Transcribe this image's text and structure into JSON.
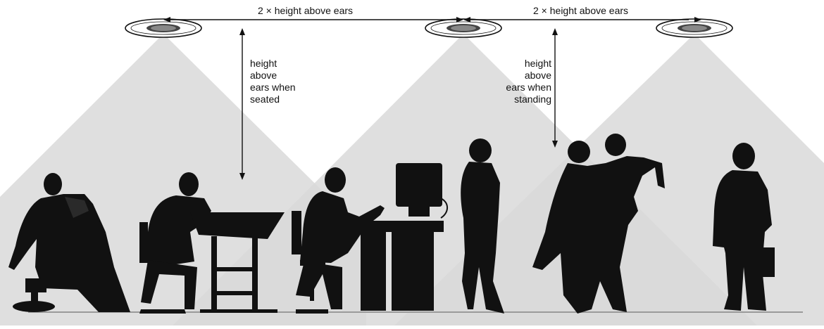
{
  "labels": {
    "spacing_left": "2 × height above ears",
    "spacing_right": "2 × height above ears",
    "seated": [
      "height",
      "above",
      "ears when",
      "seated"
    ],
    "standing": [
      "height",
      "above",
      "ears when",
      "standing"
    ]
  },
  "speakers": [
    "ceiling-speaker-left",
    "ceiling-speaker-center",
    "ceiling-speaker-right"
  ],
  "figures": [
    "person-seated-reading",
    "person-at-drafting-table",
    "person-at-computer-desk",
    "woman-standing",
    "couple-dancing",
    "man-with-briefcase"
  ],
  "colors": {
    "coverage_cone": "#d8d8d8",
    "coverage_cone_overlap": "#c4c4c4",
    "silhouette": "#111111",
    "floor": "#9a9a9a"
  }
}
